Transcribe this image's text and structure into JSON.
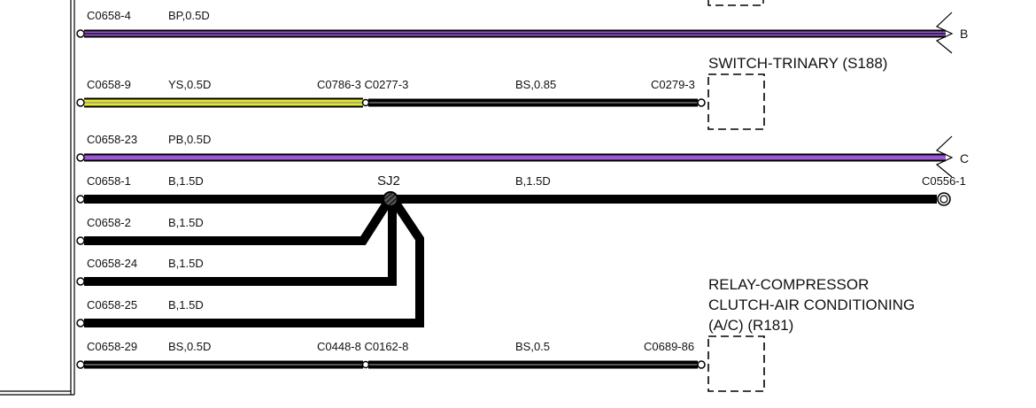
{
  "colors": {
    "purple": "#9b59d6",
    "yellow": "#e4eb2e",
    "black": "#000000",
    "stripe": "#8a8a8a"
  },
  "rows": {
    "r1": {
      "connector": "C0658-4",
      "wire": "BP,0.5D",
      "off_page": "B"
    },
    "r2": {
      "connector": "C0658-9",
      "wire": "YS,0.5D",
      "mid_connector": "C0786-3 C0277-3",
      "wire2": "BS,0.85",
      "end_connector": "C0279-3"
    },
    "r3": {
      "connector": "C0658-23",
      "wire": "PB,0.5D",
      "off_page": "C"
    },
    "r4": {
      "connector": "C0658-1",
      "wire": "B,1.5D",
      "splice": "SJ2",
      "wire2": "B,1.5D",
      "end_connector": "C0556-1"
    },
    "r5": {
      "connector": "C0658-2",
      "wire": "B,1.5D"
    },
    "r6": {
      "connector": "C0658-24",
      "wire": "B,1.5D"
    },
    "r7": {
      "connector": "C0658-25",
      "wire": "B,1.5D"
    },
    "r8": {
      "connector": "C0658-29",
      "wire": "BS,0.5D",
      "mid_connector": "C0448-8 C0162-8",
      "wire2": "BS,0.5",
      "end_connector": "C0689-86"
    }
  },
  "components": {
    "switch_trinary": {
      "label": "SWITCH-TRINARY (S188)"
    },
    "relay": {
      "line1": "RELAY-COMPRESSOR",
      "line2": "CLUTCH-AIR CONDITIONING",
      "line3": "(A/C) (R181)"
    }
  }
}
